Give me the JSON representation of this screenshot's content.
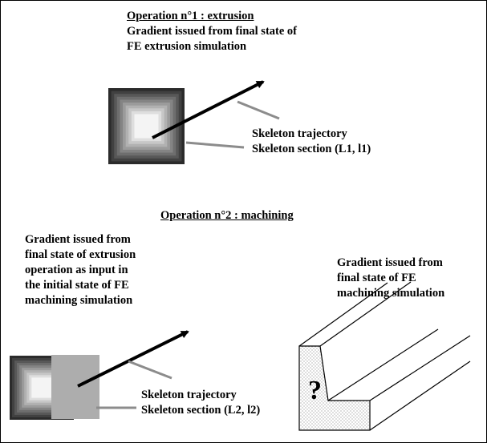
{
  "operation1": {
    "title": "Operation n°1 : extrusion",
    "desc_line1": "Gradient issued from final state of",
    "desc_line2": "FE extrusion simulation",
    "trajectory_label": "Skeleton trajectory",
    "section_label": "Skeleton section (L1, l1)"
  },
  "operation2": {
    "title": "Operation n°2 : machining",
    "input_desc": [
      "Gradient issued from",
      "final state of extrusion",
      "operation as input in",
      "the initial state of FE",
      "machining simulation"
    ],
    "output_desc": [
      "Gradient issued from",
      "final state of FE",
      "machining simulation"
    ],
    "trajectory_label": "Skeleton trajectory",
    "section_label": "Skeleton section (L2, l2)",
    "unknown_mark": "?"
  },
  "colors": {
    "gradient_dark": "#2b2b2b",
    "gradient_light": "#f4f4f4",
    "overlay_gray": "#adadad",
    "pointer_gray": "#8c8c8c",
    "stipple": "#9a9a9a"
  }
}
